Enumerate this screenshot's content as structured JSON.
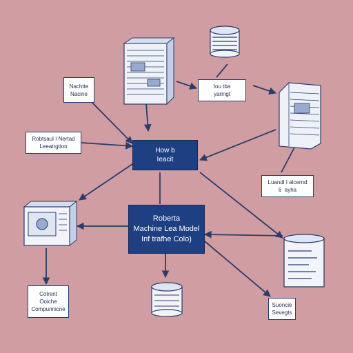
{
  "colors": {
    "background": "#cf9da2",
    "node_fill": "#1e3f82",
    "line": "#2a3c6a",
    "label_fill": "#ffffff"
  },
  "nodes": {
    "top_center": {
      "line1": "How b",
      "line2": "Ieacit"
    },
    "main_center": {
      "line1": "Roberta",
      "line2": "Machine Lea Model",
      "line3": "Inf trafhe Colo)"
    }
  },
  "labels": {
    "top_left": {
      "line1": "Nachtte",
      "line2": "Nacine"
    },
    "top_middle": {
      "line1": "Iou tba",
      "line2": "yaringt"
    },
    "left_middle": {
      "line1": "Robtsaul I Nertad",
      "line2": "Leeatrgtion"
    },
    "right_middle": {
      "line1": "Luandl I alcernd",
      "line2": "6  ayha"
    },
    "bottom_left": {
      "line1": "Colrent",
      "line2": "Ooiche",
      "line3": "Compunnicne"
    },
    "bottom_right": {
      "line1": "Suoncie",
      "line2": "Sevegts"
    }
  },
  "icons": {
    "server_top": "server-rack-icon",
    "database_top": "database-icon",
    "server_right": "server-rack-icon",
    "computer_left": "computer-terminal-icon",
    "database_bottom": "database-icon",
    "storage_right": "storage-drive-icon"
  }
}
